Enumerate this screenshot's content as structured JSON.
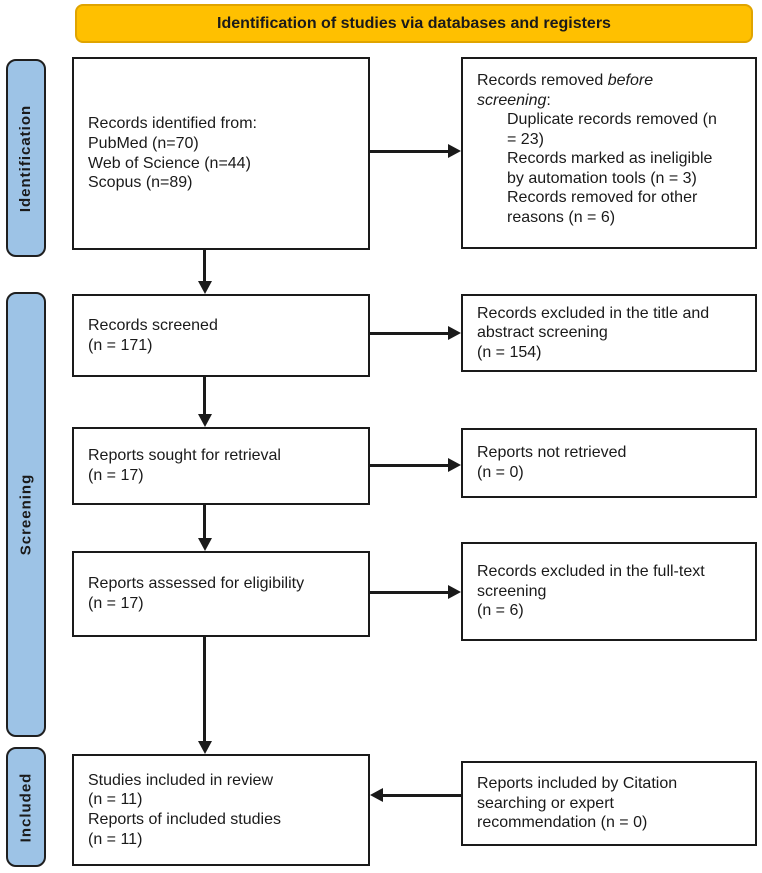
{
  "banner": {
    "label": "Identification of studies via databases and registers"
  },
  "colors": {
    "banner_bg": "#FFC000",
    "sidebar_bg": "#9DC3E6",
    "box_border": "#1A1A1A",
    "arrow": "#1A1A1A"
  },
  "sidebar": {
    "identification": "Identification",
    "screening": "Screening",
    "included": "Included"
  },
  "left_boxes": {
    "records_identified": {
      "text": "Records identified from:\nPubMed (n=70)\nWeb of Science (n=44)\nScopus (n=89)"
    },
    "records_screened": {
      "text": "Records screened\n(n = 171)"
    },
    "reports_sought": {
      "text": "Reports sought for retrieval\n(n = 17)"
    },
    "reports_assessed": {
      "text": "Reports assessed for eligibility\n(n = 17)"
    },
    "studies_included": {
      "text": "Studies included in review\n(n = 11)\nReports of included studies\n(n = 11)"
    }
  },
  "right_boxes": {
    "records_removed": {
      "lead_normal": "Records removed ",
      "lead_italic": "before\nscreening",
      "lead_suffix": ":",
      "items": [
        "Duplicate records removed (n\n= 23)",
        "Records marked as ineligible\nby automation tools (n = 3)",
        "Records removed for other\nreasons (n = 6)"
      ]
    },
    "excluded_title_abstract": {
      "text": "Records excluded in the title and\nabstract screening\n(n = 154)"
    },
    "not_retrieved": {
      "text": "Reports not retrieved\n(n = 0)"
    },
    "excluded_full_text": {
      "text": "Records excluded in the full-text\nscreening\n(n = 6)"
    },
    "citation_searching": {
      "text": "Reports included by Citation\nsearching or expert\nrecommendation (n = 0)"
    }
  }
}
